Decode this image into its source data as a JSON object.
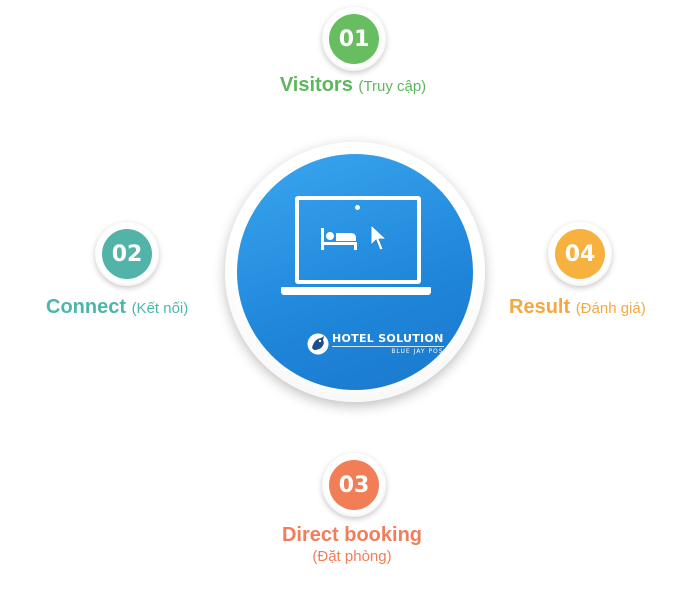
{
  "steps": [
    {
      "number": "01",
      "title": "Visitors",
      "subtitle": "(Truy cập)",
      "color": "#67bd5f"
    },
    {
      "number": "02",
      "title": "Connect",
      "subtitle": "(Kết nối)",
      "color": "#52b4a8"
    },
    {
      "number": "03",
      "title": "Direct booking",
      "subtitle": "(Đặt phòng)",
      "color": "#f27e58"
    },
    {
      "number": "04",
      "title": "Result",
      "subtitle": "(Đánh giá)",
      "color": "#f7b13f"
    }
  ],
  "center": {
    "screen_icons": [
      "bed-icon",
      "cursor-arrow-icon"
    ],
    "logo_icon": "blue-jay-logo-icon",
    "logo_title": "HOTEL SOLUTION",
    "logo_subtitle": "BLUE JAY POS"
  }
}
